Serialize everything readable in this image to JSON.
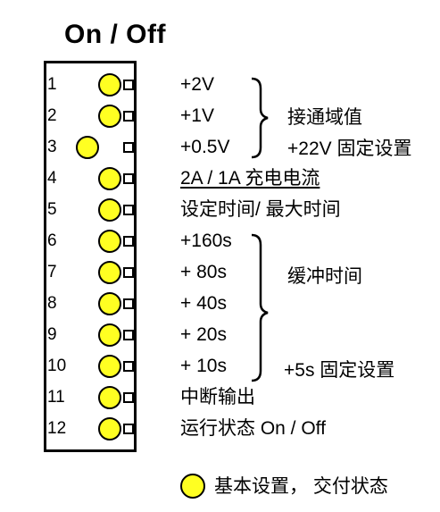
{
  "title": "On  /  Off",
  "switches": [
    {
      "num": "1",
      "label": "+2V",
      "underline": false,
      "pos": "on"
    },
    {
      "num": "2",
      "label": "+1V",
      "underline": false,
      "pos": "on"
    },
    {
      "num": "3",
      "label": "+0.5V",
      "underline": false,
      "pos": "off"
    },
    {
      "num": "4",
      "label": "2A / 1A   充电电流",
      "underline": true,
      "pos": "on"
    },
    {
      "num": "5",
      "label": "设定时间/ 最大时间",
      "underline": false,
      "pos": "on"
    },
    {
      "num": "6",
      "label": "+160s",
      "underline": false,
      "pos": "on"
    },
    {
      "num": "7",
      "label": "+  80s",
      "underline": false,
      "pos": "on"
    },
    {
      "num": "8",
      "label": "+  40s",
      "underline": false,
      "pos": "on"
    },
    {
      "num": "9",
      "label": "+  20s",
      "underline": false,
      "pos": "on"
    },
    {
      "num": "10",
      "label": "+  10s",
      "underline": false,
      "pos": "on"
    },
    {
      "num": "11",
      "label": "中断输出",
      "underline": false,
      "pos": "on"
    },
    {
      "num": "12",
      "label": "运行状态  On / Off",
      "underline": false,
      "pos": "on"
    }
  ],
  "groups": {
    "voltage": {
      "label": "接通域值",
      "fixed": "+22V 固定设置"
    },
    "time": {
      "label": "缓冲时间",
      "fixed": "+5s 固定设置"
    }
  },
  "legend": {
    "text": "基本设置， 交付状态"
  },
  "colors": {
    "knob": "#ffff22",
    "line": "#000000"
  }
}
